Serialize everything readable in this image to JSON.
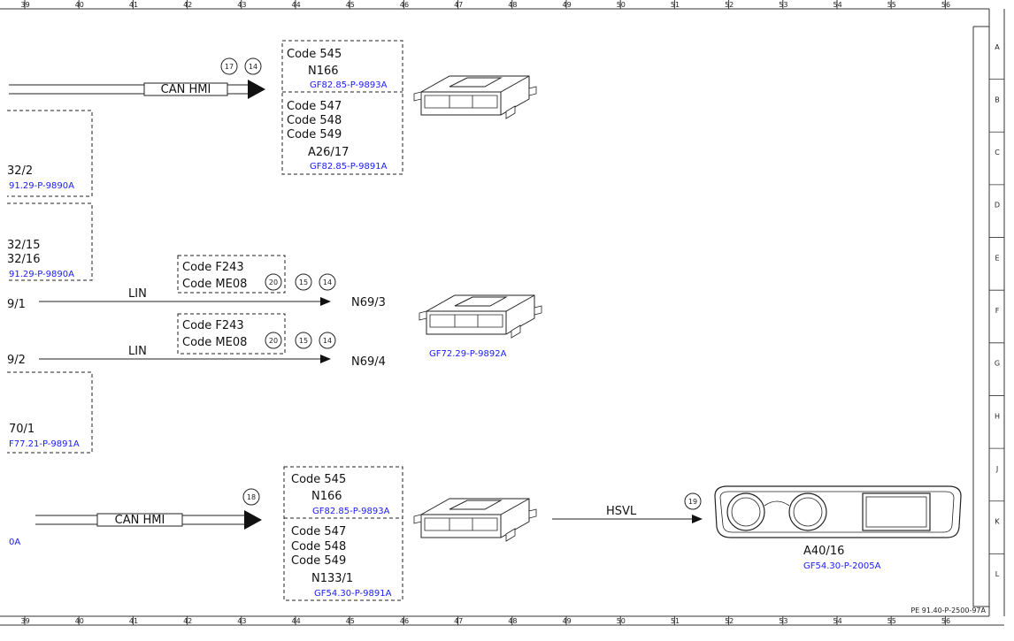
{
  "grid": {
    "columns": [
      "39",
      "40",
      "41",
      "42",
      "43",
      "44",
      "45",
      "46",
      "47",
      "48",
      "49",
      "50",
      "51",
      "52",
      "53",
      "54",
      "55",
      "56"
    ],
    "rows": [
      "A",
      "B",
      "C",
      "D",
      "E",
      "F",
      "G",
      "H",
      "J",
      "K",
      "L"
    ]
  },
  "drawing_number": "PE 91.40-P-2500-97A",
  "colors": {
    "link": "#1a1aff",
    "ink": "#111111"
  },
  "left_stubs": {
    "s1_code": "32/2",
    "s1_ref": "91.29-P-9890A",
    "s2_code1": "32/15",
    "s2_code2": "32/16",
    "s2_ref": "91.29-P-9890A",
    "lin1_src": "9/1",
    "lin2_src": "9/2",
    "s3_code": "70/1",
    "s3_ref": "F77.21-P-9891A",
    "s4_ref": "0A"
  },
  "top": {
    "bus_label": "CAN HMI",
    "markers": [
      "17",
      "14"
    ],
    "box_a": {
      "code": "Code 545",
      "device": "N166",
      "ref": "GF82.85-P-9893A"
    },
    "box_b": {
      "code1": "Code 547",
      "code2": "Code 548",
      "code3": "Code 549",
      "device": "A26/17",
      "ref": "GF82.85-P-9891A"
    }
  },
  "middle": {
    "lin1": {
      "codeA": "Code F243",
      "codeB": "Code ME08",
      "bus": "LIN",
      "target": "N69/3",
      "markers": [
        "20",
        "15",
        "14"
      ]
    },
    "lin2": {
      "codeA": "Code F243",
      "codeB": "Code ME08",
      "bus": "LIN",
      "target": "N69/4",
      "markers": [
        "20",
        "15",
        "14"
      ]
    },
    "module_ref": "GF72.29-P-9892A"
  },
  "bottom": {
    "bus_label": "CAN HMI",
    "marker": "18",
    "box_a": {
      "code": "Code 545",
      "device": "N166",
      "ref": "GF82.85-P-9893A"
    },
    "box_b": {
      "code1": "Code 547",
      "code2": "Code 548",
      "code3": "Code 549",
      "device": "N133/1",
      "ref": "GF54.30-P-9891A"
    },
    "hsvl_label": "HSVL",
    "hsvl_marker": "19",
    "cluster": {
      "device": "A40/16",
      "ref": "GF54.30-P-2005A"
    }
  }
}
